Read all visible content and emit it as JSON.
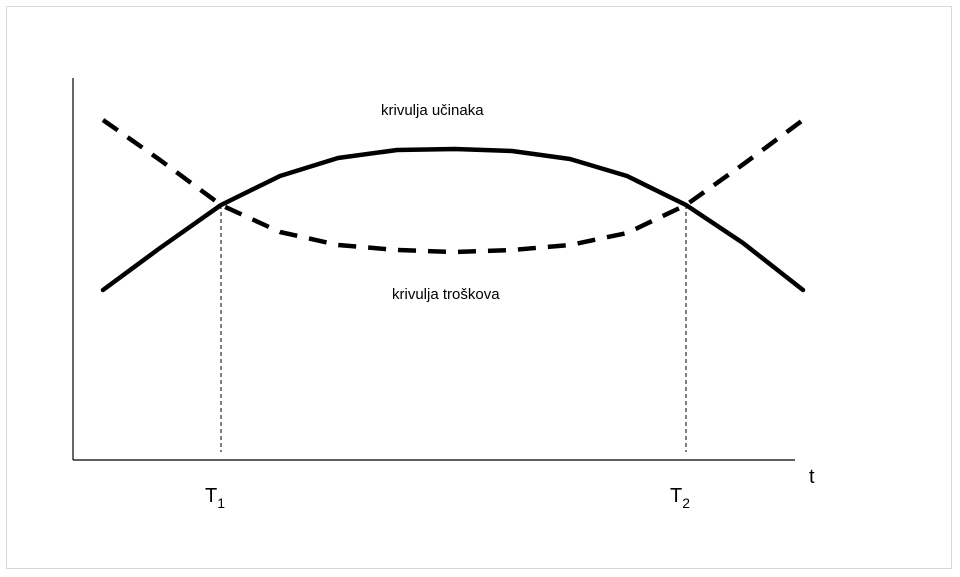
{
  "labels": {
    "benefit_curve": "krivulja učinaka",
    "cost_curve": "krivulja troškova",
    "t_axis": "t",
    "t1_base": "T",
    "t1_sub": "1",
    "t2_base": "T",
    "t2_sub": "2"
  },
  "colors": {
    "line": "#000000",
    "frame": "#d9d9d9"
  }
}
